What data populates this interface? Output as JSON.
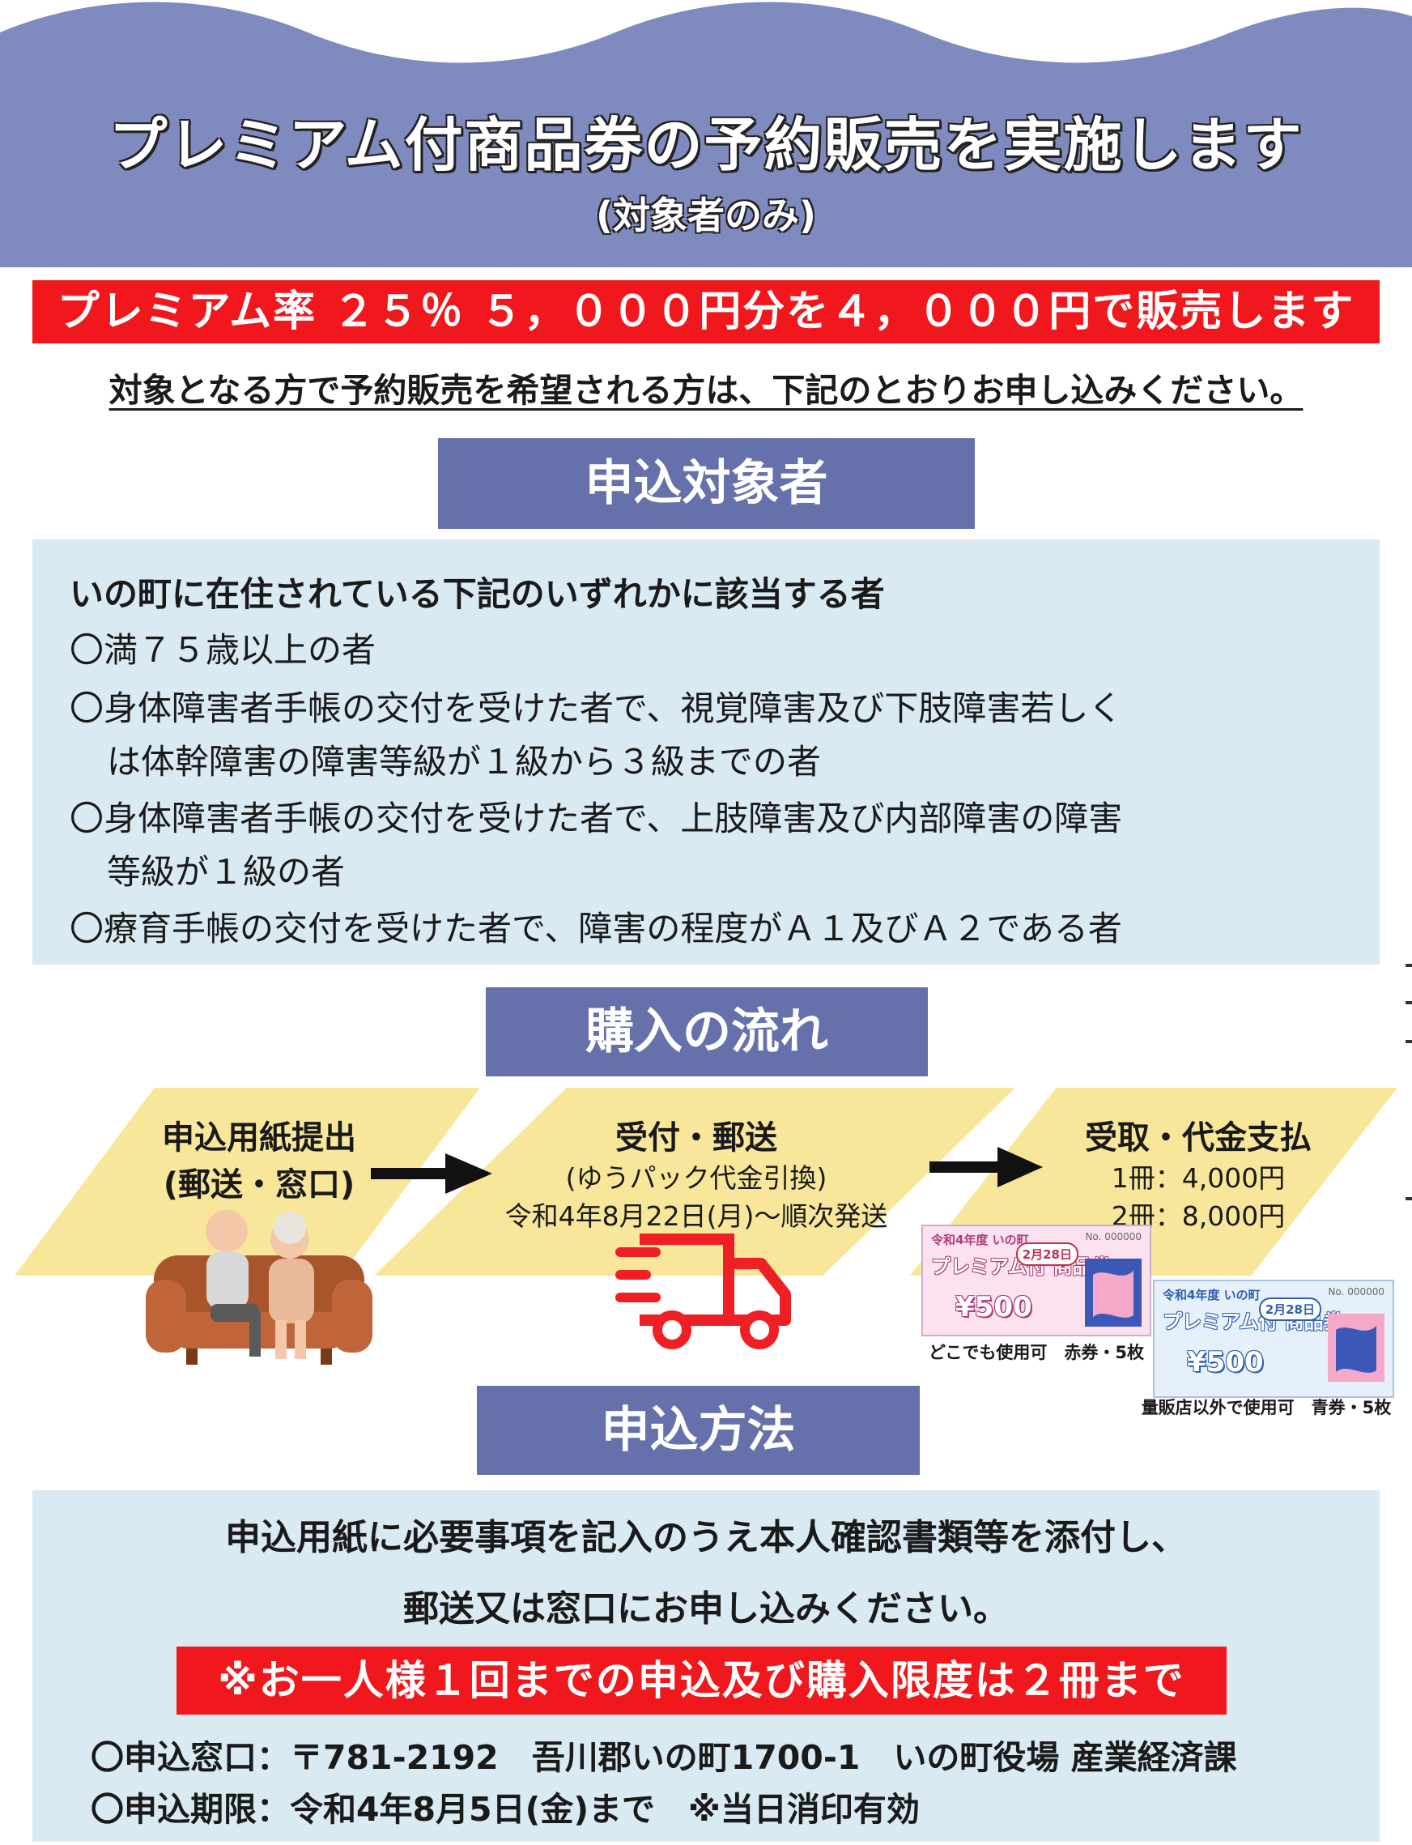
{
  "header": {
    "title": "プレミアム付商品券の予約販売を実施します",
    "subtitle": "(対象者のみ)"
  },
  "premium_banner": "プレミアム率 ２５％ ５，０００円分を４，０００円で販売します",
  "intro": "対象となる方で予約販売を希望される方は、下記のとおりお申し込みください。",
  "sections": {
    "target_heading": "申込対象者",
    "flow_heading": "購入の流れ",
    "method_heading": "申込方法"
  },
  "target": {
    "lead": "いの町に在住されている下記のいずれかに該当する者",
    "items": [
      {
        "line1": "〇満７５歳以上の者",
        "line2": ""
      },
      {
        "line1": "〇身体障害者手帳の交付を受けた者で、視覚障害及び下肢障害若しく",
        "line2": "は体幹障害の障害等級が１級から３級までの者"
      },
      {
        "line1": "〇身体障害者手帳の交付を受けた者で、上肢障害及び内部障害の障害",
        "line2": "等級が１級の者"
      },
      {
        "line1": "〇療育手帳の交付を受けた者で、障害の程度がＡ１及びＡ２である者",
        "line2": ""
      }
    ]
  },
  "flow": {
    "step1": {
      "title": "申込用紙提出",
      "sub": "(郵送・窓口)"
    },
    "step2": {
      "title": "受付・郵送",
      "line1": "(ゆうパック代金引換)",
      "line2": "令和4年8月22日(月)〜順次発送"
    },
    "step3": {
      "title": "受取・代金支払",
      "line1": "1冊：4,000円",
      "line2": "2冊：8,000円"
    }
  },
  "tickets": {
    "red": {
      "head": "令和4年度 いの町",
      "name": "プレミアム付 商品券",
      "date": "2月28日",
      "no": "No. 000000",
      "price": "¥500",
      "caption": "どこでも使用可　赤券・5枚"
    },
    "blue": {
      "head": "令和4年度 いの町",
      "name": "プレミアム付 商品券",
      "date": "2月28日",
      "no": "No. 000000",
      "price": "¥500",
      "caption": "量販店以外で使用可　青券・5枚"
    }
  },
  "method": {
    "line1": "申込用紙に必要事項を記入のうえ本人確認書類等を添付し、",
    "line2": "郵送又は窓口にお申し込みください。",
    "limit": "※お一人様１回までの申込及び購入限度は２冊まで",
    "window": "〇申込窓口：〒781-2192　吾川郡いの町1700-1　いの町役場 産業経済課",
    "deadline": "〇申込期限：令和4年8月5日(金)まで　※当日消印有効"
  },
  "colors": {
    "header": "#7f8abf",
    "heading_box": "#6670aa",
    "red_banner": "#f0181c",
    "light_box": "#daeaf3",
    "flow_shape": "#f8e79a",
    "truck": "#ee1f25"
  },
  "icons": [
    "arrow-right-icon",
    "truck-icon",
    "elderly-couple-illustration"
  ]
}
